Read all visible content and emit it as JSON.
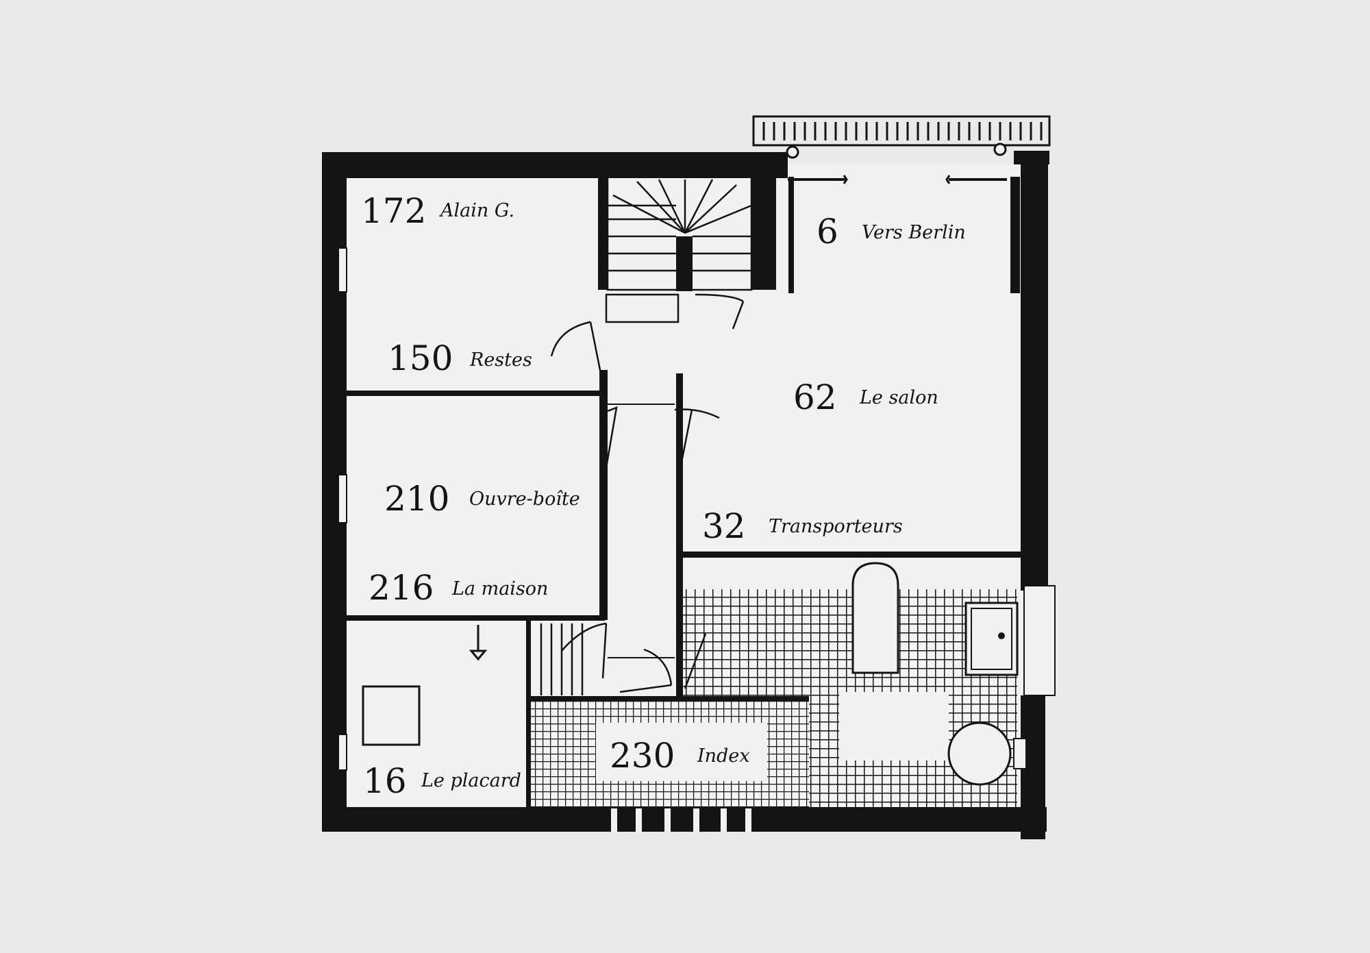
{
  "rooms": [
    {
      "id": "alain",
      "number": "172",
      "name": "Alain G."
    },
    {
      "id": "restes",
      "number": "150",
      "name": "Restes"
    },
    {
      "id": "vers-berlin",
      "number": "6",
      "name": "Vers Berlin"
    },
    {
      "id": "salon",
      "number": "62",
      "name": "Le salon"
    },
    {
      "id": "ouvre-boite",
      "number": "210",
      "name": "Ouvre-boîte"
    },
    {
      "id": "transporteurs",
      "number": "32",
      "name": "Transporteurs"
    },
    {
      "id": "maison",
      "number": "216",
      "name": "La maison"
    },
    {
      "id": "placard",
      "number": "16",
      "name": "Le placard"
    },
    {
      "id": "index",
      "number": "230",
      "name": "Index"
    }
  ]
}
